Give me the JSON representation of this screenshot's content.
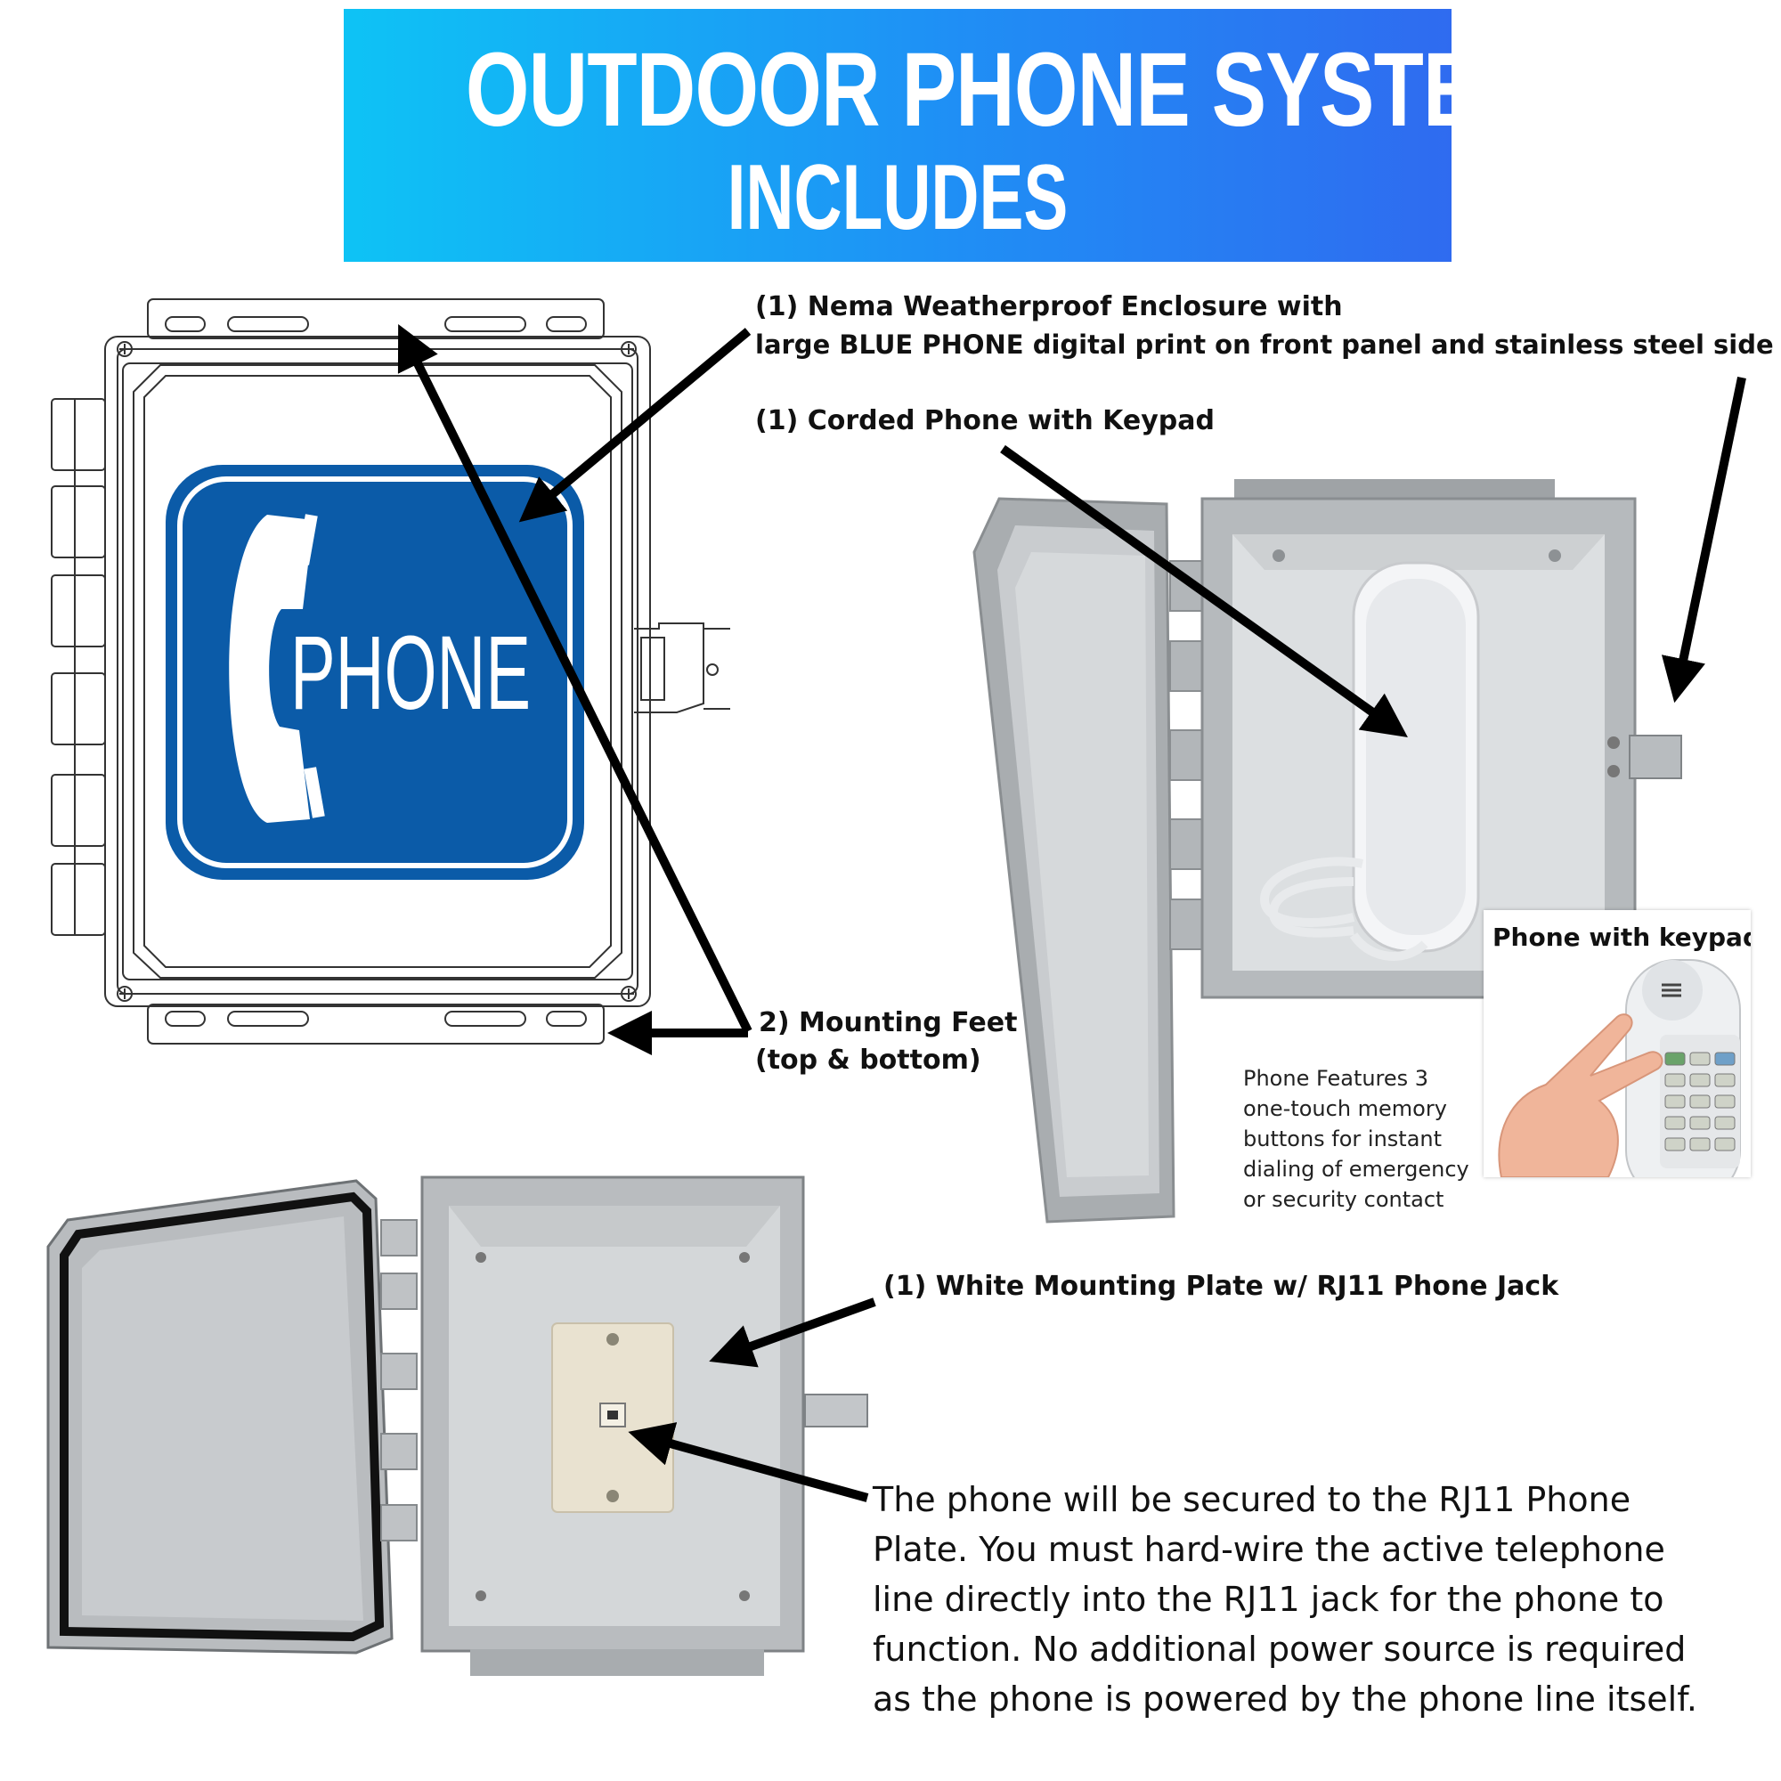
{
  "banner": {
    "title": "OUTDOOR PHONE SYSTEM",
    "subtitle": "INCLUDES"
  },
  "sign": {
    "text": "PHONE",
    "color": "#0b5ba8"
  },
  "labels": {
    "enclosure_line1": "(1) Nema Weatherproof Enclosure with",
    "enclosure_line2": "large BLUE PHONE digital print on front panel and stainless steel side latch",
    "corded_phone": "(1) Corded Phone with Keypad",
    "mounting_feet_line1": "2) Mounting Feet",
    "mounting_feet_line2": "(top & bottom)",
    "mounting_plate": "(1) White Mounting Plate w/ RJ11 Phone Jack"
  },
  "inset": {
    "title": "Phone with keypad"
  },
  "features_note": {
    "line1": "Phone Features 3",
    "line2": "one-touch memory",
    "line3": "buttons for instant",
    "line4": "dialing of emergency",
    "line5": "or security contact"
  },
  "instructions": {
    "line1": "The phone will be secured to the RJ11 Phone",
    "line2": "Plate. You must hard-wire the active telephone",
    "line3": "line directly into the RJ11 jack for the phone to",
    "line4": "function. No additional power source is required",
    "line5": "as the phone is powered by the phone line itself."
  },
  "colors": {
    "banner_start": "#0ec3f5",
    "banner_end": "#2f6bf0",
    "enclosure_gray": "#b8bcbf",
    "arrow": "#000000"
  }
}
